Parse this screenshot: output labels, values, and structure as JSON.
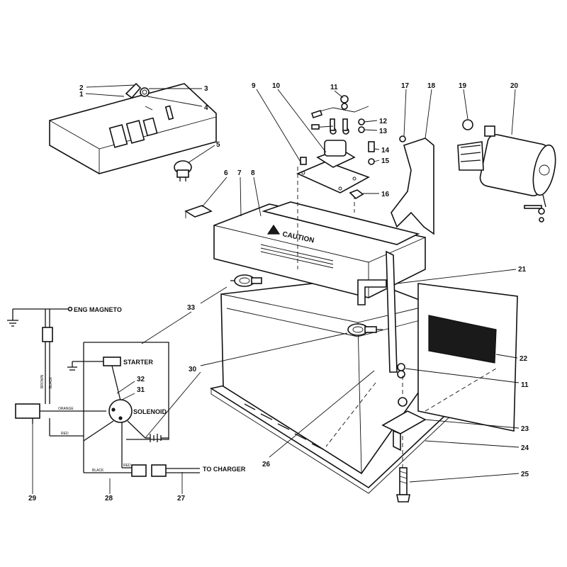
{
  "caution_text": "CAUTION",
  "callouts": [
    "1",
    "2",
    "3",
    "4",
    "5",
    "6",
    "7",
    "8",
    "9",
    "10",
    "11",
    "12",
    "13",
    "14",
    "15",
    "16",
    "17",
    "18",
    "19",
    "20",
    "21",
    "22",
    "23",
    "24",
    "25",
    "26",
    "27",
    "28",
    "29",
    "30",
    "31",
    "32",
    "33",
    "11"
  ],
  "schematic": {
    "eng_magneto": "ENG MAGNETO",
    "starter": "STARTER",
    "solenoid": "SOLENOID",
    "to_charger": "TO CHARGER",
    "wire_brown": "BROWN",
    "wire_black": "BLACK",
    "wire_orange": "ORANGE",
    "wire_red": "RED",
    "wire_red2": "RED",
    "wire_black2": "BLACK"
  }
}
